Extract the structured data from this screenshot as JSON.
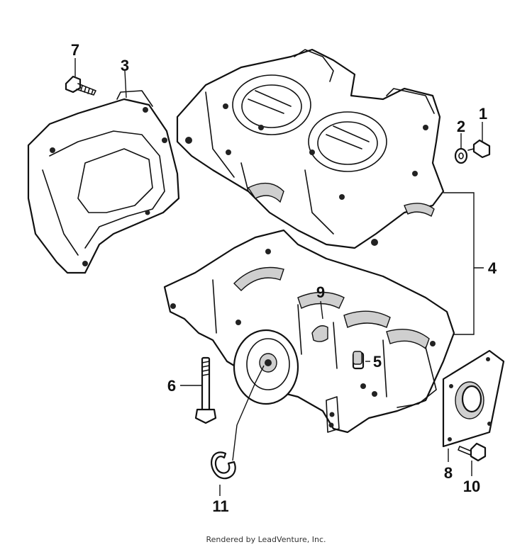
{
  "callouts": [
    "1",
    "2",
    "3",
    "4",
    "5",
    "6",
    "7",
    "8",
    "9",
    "10",
    "11"
  ],
  "footer": "Rendered by LeadVenture, Inc.",
  "colors": {
    "line": "#111111",
    "background": "#ffffff",
    "shade": "#cfcfcf"
  }
}
